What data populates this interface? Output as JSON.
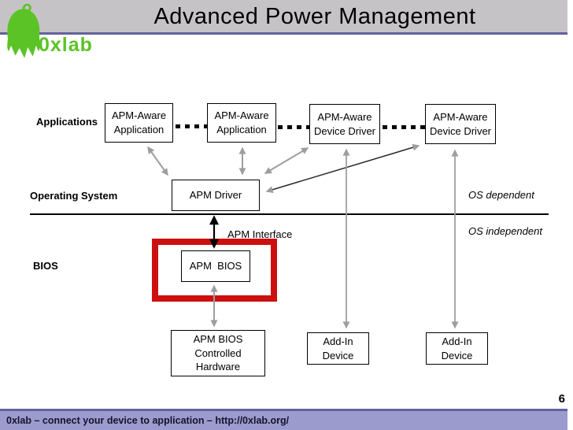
{
  "header": {
    "title": "Advanced Power Management"
  },
  "logo": {
    "text": "0xlab"
  },
  "diagram": {
    "layers": {
      "applications": "Applications",
      "operating_system": "Operating System",
      "bios": "BIOS"
    },
    "boxes": {
      "app1": "APM-Aware\nApplication",
      "app2": "APM-Aware\nApplication",
      "driver1": "APM-Aware\nDevice Driver",
      "driver2": "APM-Aware\nDevice Driver",
      "apm_driver": "APM Driver",
      "apm_bios": "APM  BIOS",
      "hardware": "APM BIOS\nControlled\nHardware",
      "addin1": "Add-In\nDevice",
      "addin2": "Add-In\nDevice"
    },
    "annotations": {
      "apm_interface": "APM Interface",
      "os_dependent": "OS dependent",
      "os_independent": "OS independent"
    }
  },
  "footer": {
    "text": "0xlab – connect your device to application – http://0xlab.org/",
    "page_number": "6"
  },
  "colors": {
    "logo_green": "#5cc327",
    "header_bg": "#c6c3c6",
    "accent_purple": "#62629b",
    "footer_bg": "#9b9bce",
    "highlight_red": "#cc1010",
    "arrow_gray": "#9e9e9e"
  }
}
